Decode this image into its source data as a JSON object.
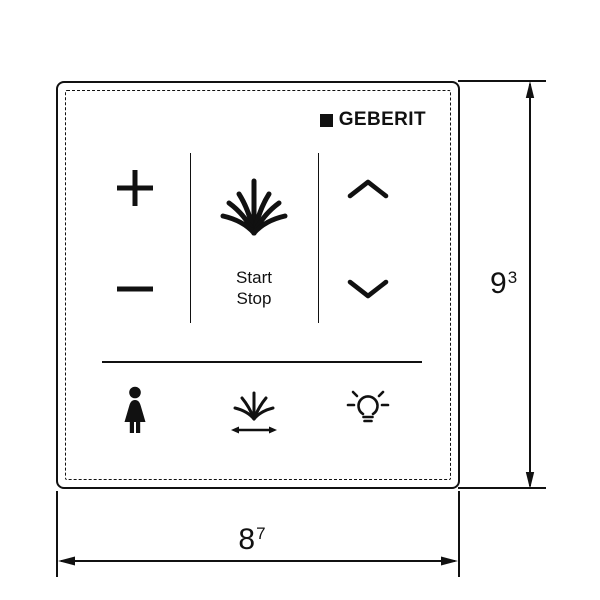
{
  "brand": {
    "logo_text": "GEBERIT"
  },
  "controls": {
    "start": "Start",
    "stop": "Stop"
  },
  "icons": {
    "plus": "plus-icon",
    "minus": "minus-icon",
    "spray": "spray-icon",
    "chevron_up": "chevron-up-icon",
    "chevron_down": "chevron-down-icon",
    "lady": "lady-icon",
    "spray_position": "spray-position-icon",
    "light": "light-icon"
  },
  "dimensions": {
    "height": {
      "value": "9",
      "sup": "3"
    },
    "width": {
      "value": "8",
      "sup": "7"
    }
  },
  "colors": {
    "ink": "#111111",
    "background": "#ffffff"
  }
}
